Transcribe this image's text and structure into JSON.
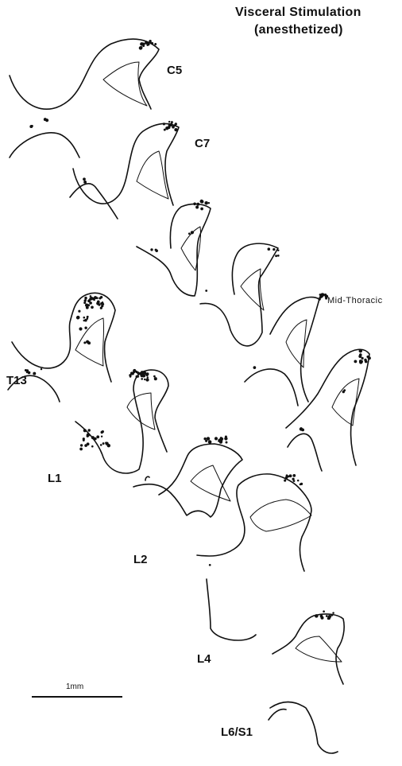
{
  "figure": {
    "title_line1": "Visceral Stimulation",
    "title_line2": "(anesthetized)",
    "segments": {
      "c5": "C5",
      "c7": "C7",
      "mid_thoracic": "Mid-Thoracic",
      "t13": "T13",
      "l1": "L1",
      "l2": "L2",
      "l4": "L4",
      "l6_s1": "L6/S1"
    },
    "scale_bar": {
      "label": "1mm"
    },
    "colors": {
      "ink": "#111111",
      "background": "#ffffff"
    }
  }
}
